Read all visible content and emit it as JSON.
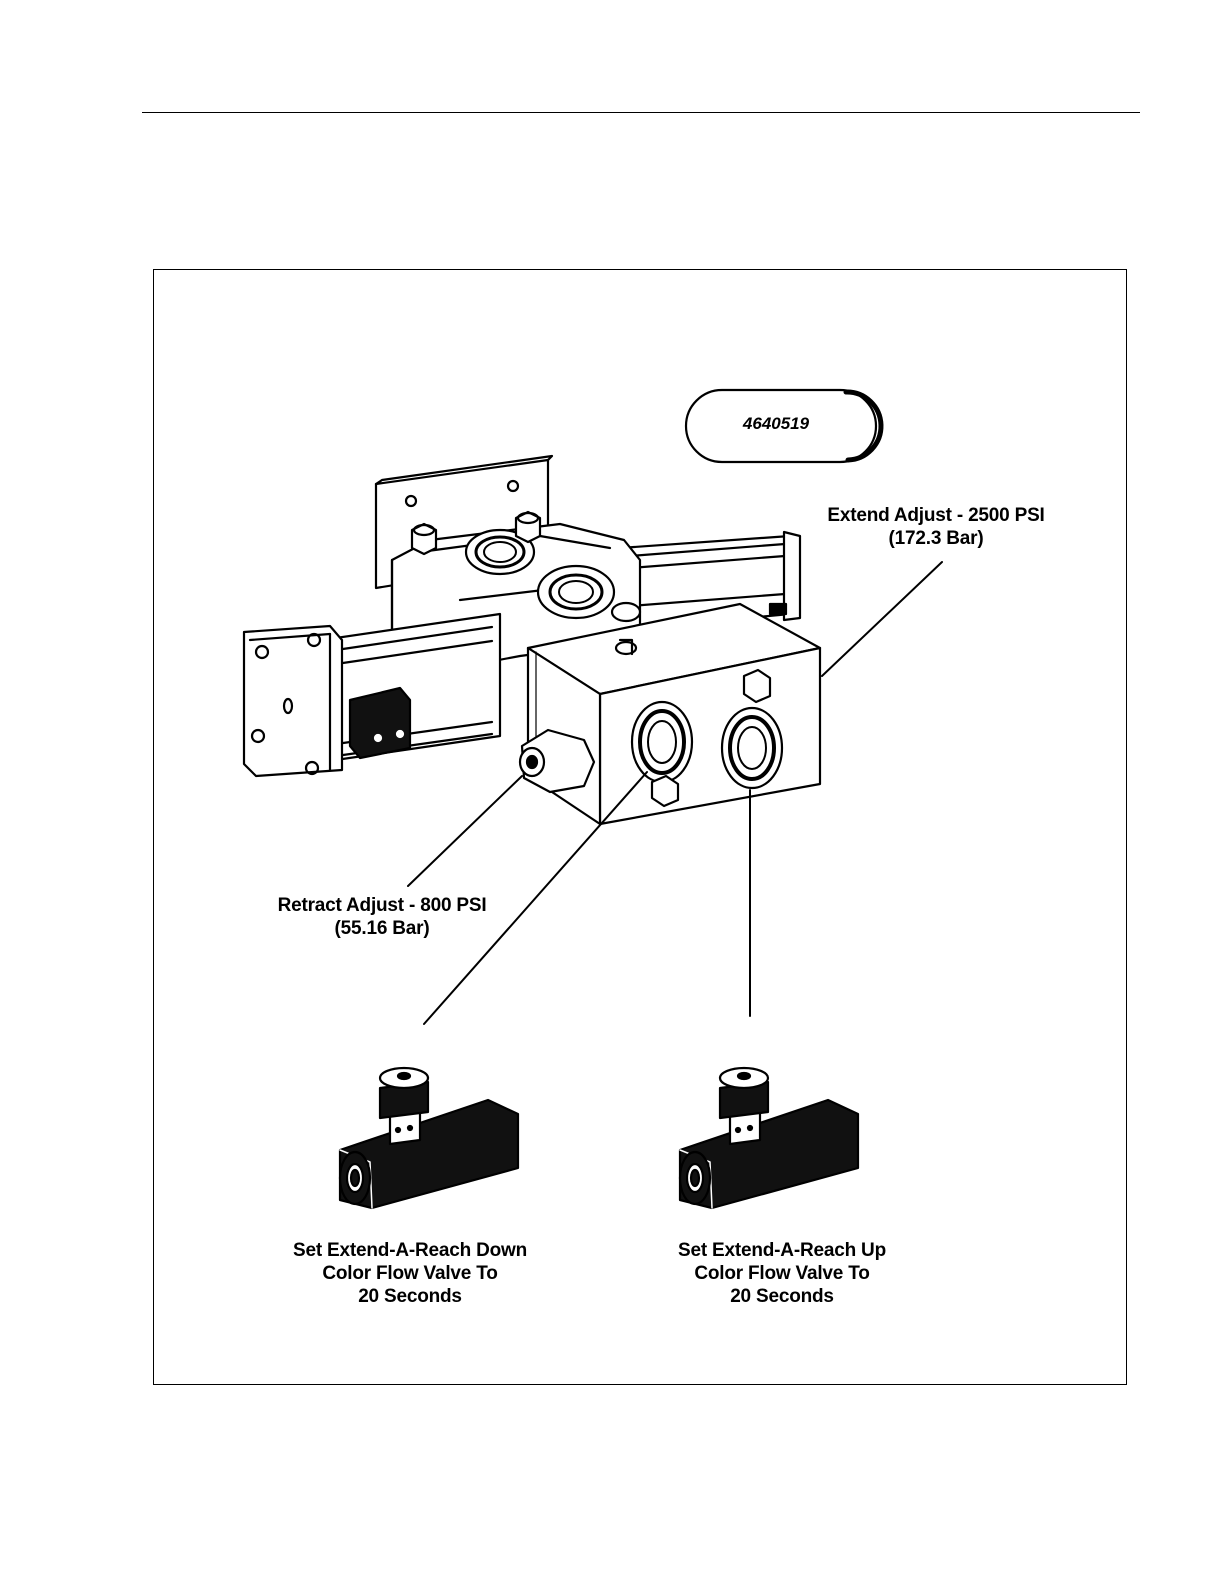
{
  "part_number": "4640519",
  "callouts": {
    "extend_adjust": {
      "line1": "Extend Adjust - 2500 PSI",
      "line2": "(172.3 Bar)"
    },
    "retract_adjust": {
      "line1": "Retract Adjust - 800 PSI",
      "line2": "(55.16 Bar)"
    },
    "down_valve": {
      "line1": "Set Extend-A-Reach Down",
      "line2": "Color Flow Valve To",
      "line3": "20 Seconds"
    },
    "up_valve": {
      "line1": "Set Extend-A-Reach Up",
      "line2": "Color Flow Valve To",
      "line3": "20 Seconds"
    }
  }
}
